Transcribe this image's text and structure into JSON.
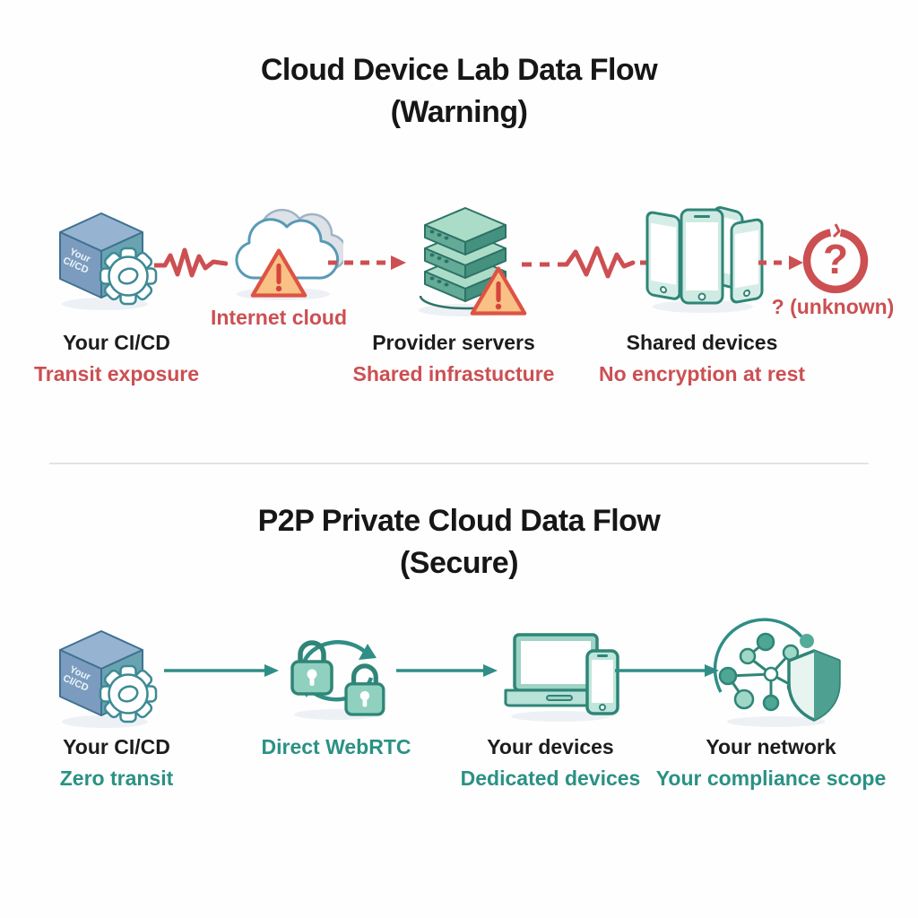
{
  "colors": {
    "red": "#cc4f52",
    "teal": "#2a9184",
    "teal_stroke": "#2f8577",
    "orange_fill": "#f9c185",
    "orange_border": "#dd5345",
    "black": "#1c1c1c",
    "divider": "#dfe4e9"
  },
  "top_section": {
    "title_line1": "Cloud Device Lab Data Flow",
    "title_line2": "(Warning)",
    "cube_line1": "Your",
    "cube_line2": "CI/CD",
    "question_glyph": "?",
    "nodes": [
      {
        "label": "Your CI/CD",
        "sublabel": "Transit exposure"
      },
      {
        "label": "Internet cloud"
      },
      {
        "label": "Provider servers",
        "sublabel": "Shared infrastucture"
      },
      {
        "label": "Shared devices",
        "sublabel": "No encryption at rest"
      },
      {
        "label": "? (unknown)"
      }
    ]
  },
  "bottom_section": {
    "title_line1": "P2P Private Cloud Data Flow",
    "title_line2": "(Secure)",
    "cube_line1": "Your",
    "cube_line2": "CI/CD",
    "nodes": [
      {
        "label": "Your CI/CD",
        "sublabel": "Zero transit"
      },
      {
        "label": "Direct WebRTC"
      },
      {
        "label": "Your devices",
        "sublabel": "Dedicated devices"
      },
      {
        "label": "Your network",
        "sublabel": "Your compliance scope"
      }
    ]
  }
}
